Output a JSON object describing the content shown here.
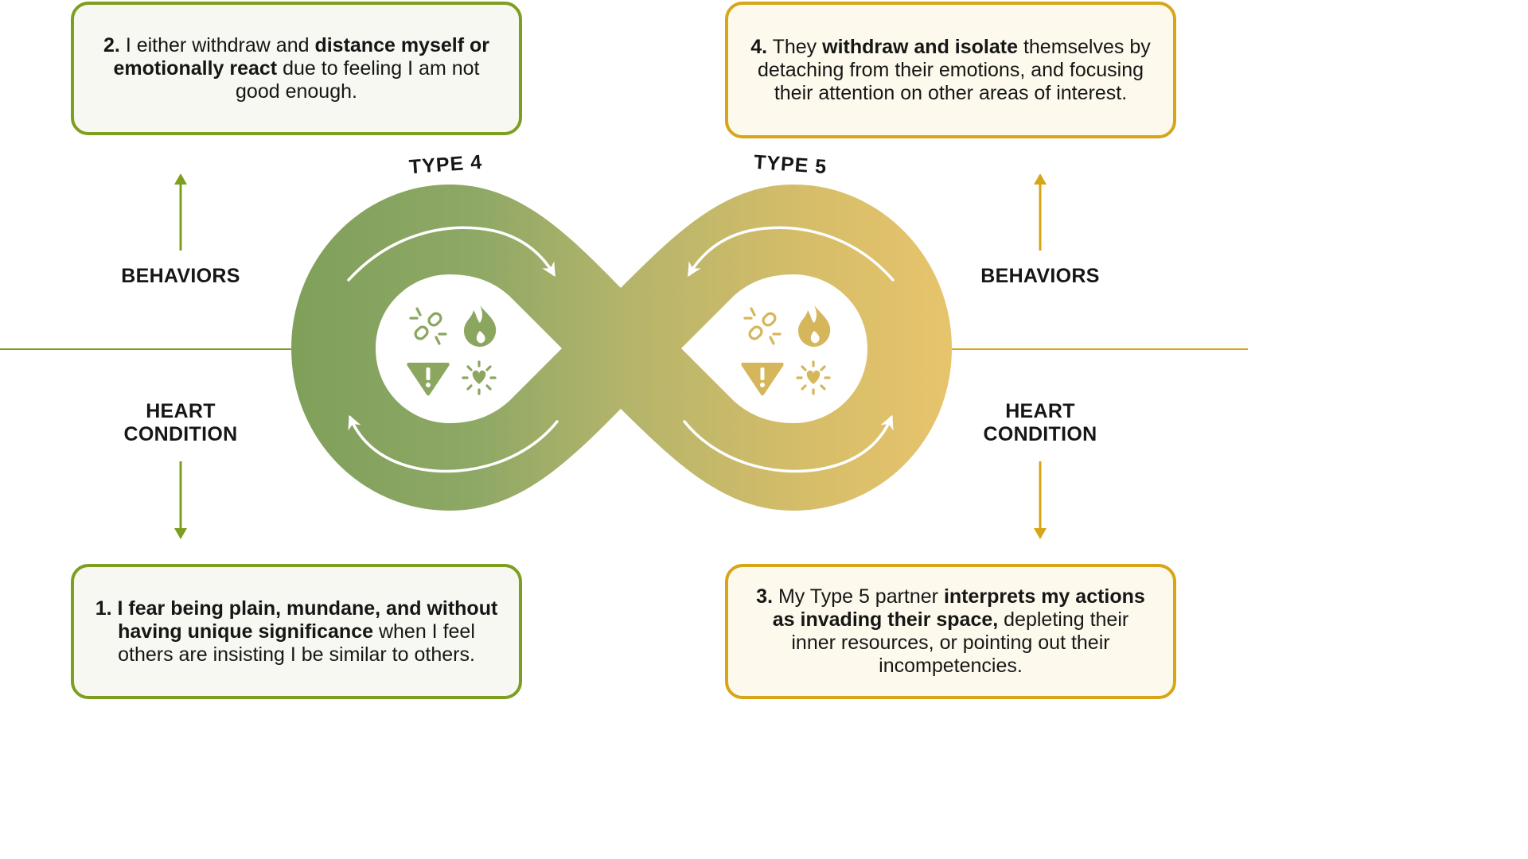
{
  "colors": {
    "green": "#7d9e1f",
    "gold": "#d6a618",
    "infinity_start": "#7fa05a",
    "infinity_end": "#e7c46c",
    "icon_green": "#8aa65f",
    "icon_gold": "#d5b65a"
  },
  "icons": {
    "left": [
      "broken-link-icon",
      "flame-icon",
      "warning-icon",
      "heart-burst-icon"
    ],
    "right": [
      "broken-link-icon",
      "flame-icon",
      "warning-icon",
      "heart-burst-icon"
    ]
  },
  "types": {
    "left": "TYPE 4",
    "right": "TYPE 5"
  },
  "left": {
    "behaviors_label": "BEHAVIORS",
    "heart_label_line1": "HEART",
    "heart_label_line2": "CONDITION"
  },
  "right": {
    "behaviors_label": "BEHAVIORS",
    "heart_label_line1": "HEART",
    "heart_label_line2": "CONDITION"
  },
  "cards": {
    "card2": {
      "num": "2.",
      "t1": " I either withdraw and ",
      "b1": "distance myself or emotionally react",
      "t2": " due to feeling I am not good enough."
    },
    "card4": {
      "num": "4.",
      "t1": " They ",
      "b1": "withdraw and isolate",
      "t2": " themselves by detaching from their emotions, and focusing their attention on other areas of interest."
    },
    "card1": {
      "b1": "1. I fear being plain, mundane, and without having unique significance",
      "t1": " when I feel others are insisting I be similar to others."
    },
    "card3": {
      "num": "3.",
      "t1": " My Type 5 partner ",
      "b1": "interprets my actions as invading their space,",
      "t2": " depleting their inner resources, or pointing out their incompetencies."
    }
  }
}
